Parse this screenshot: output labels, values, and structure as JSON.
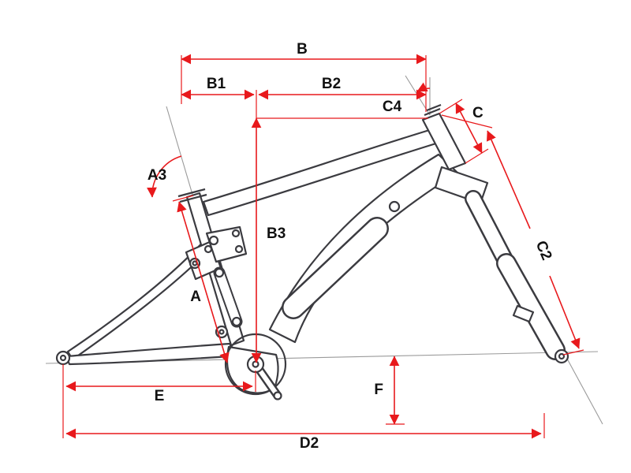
{
  "diagram": {
    "type": "bike-frame-geometry-diagram",
    "colors": {
      "dimension_line": "#e8191c",
      "label_text": "#111111",
      "frame_outline": "#3b3b40",
      "background": "#ffffff"
    },
    "labels": {
      "B": "B",
      "B1": "B1",
      "B2": "B2",
      "B3": "B3",
      "A": "A",
      "A3": "A3",
      "C": "C",
      "C2": "C2",
      "C4": "C4",
      "E": "E",
      "F": "F",
      "D2": "D2"
    }
  }
}
